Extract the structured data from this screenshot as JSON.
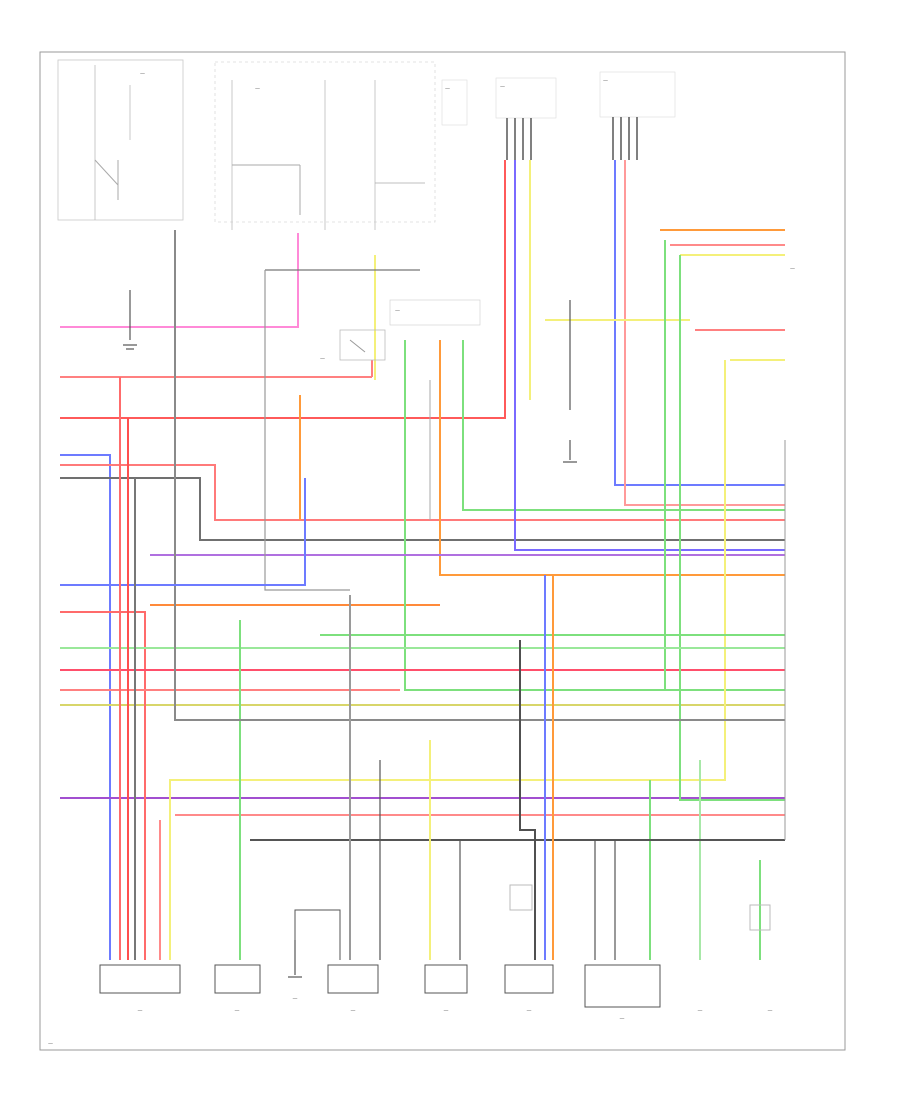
{
  "diagram": {
    "page_id": "—",
    "components": [
      {
        "key": "fuse_box_left",
        "label": "—"
      },
      {
        "key": "fuse_box_mid",
        "label": "—"
      },
      {
        "key": "fuse_box_right",
        "label": "—"
      },
      {
        "key": "sensor_top_1",
        "label": "—"
      },
      {
        "key": "sensor_top_2",
        "label": "—"
      },
      {
        "key": "relay_main",
        "label": "—"
      },
      {
        "key": "connector_center",
        "label": "—"
      },
      {
        "key": "ecu_right",
        "label": "—"
      },
      {
        "key": "bottom_1",
        "label": "—"
      },
      {
        "key": "bottom_2",
        "label": "—"
      },
      {
        "key": "bottom_3",
        "label": "—"
      },
      {
        "key": "bottom_4",
        "label": "—"
      },
      {
        "key": "bottom_5",
        "label": "—"
      },
      {
        "key": "bottom_6",
        "label": "—"
      },
      {
        "key": "bottom_7",
        "label": "—"
      },
      {
        "key": "bottom_8",
        "label": "—"
      },
      {
        "key": "bottom_9",
        "label": "—"
      }
    ],
    "wire_colors": {
      "red": "#ff6b6b",
      "pink": "#ff8ad8",
      "magenta": "#e070e0",
      "purple": "#8a4fd0",
      "blue": "#6d7bff",
      "yellow": "#f4f07a",
      "orange": "#ff9a3a",
      "green": "#7de07d",
      "grey": "#9a9a9a",
      "black": "#505050",
      "brown": "#b08060"
    }
  }
}
